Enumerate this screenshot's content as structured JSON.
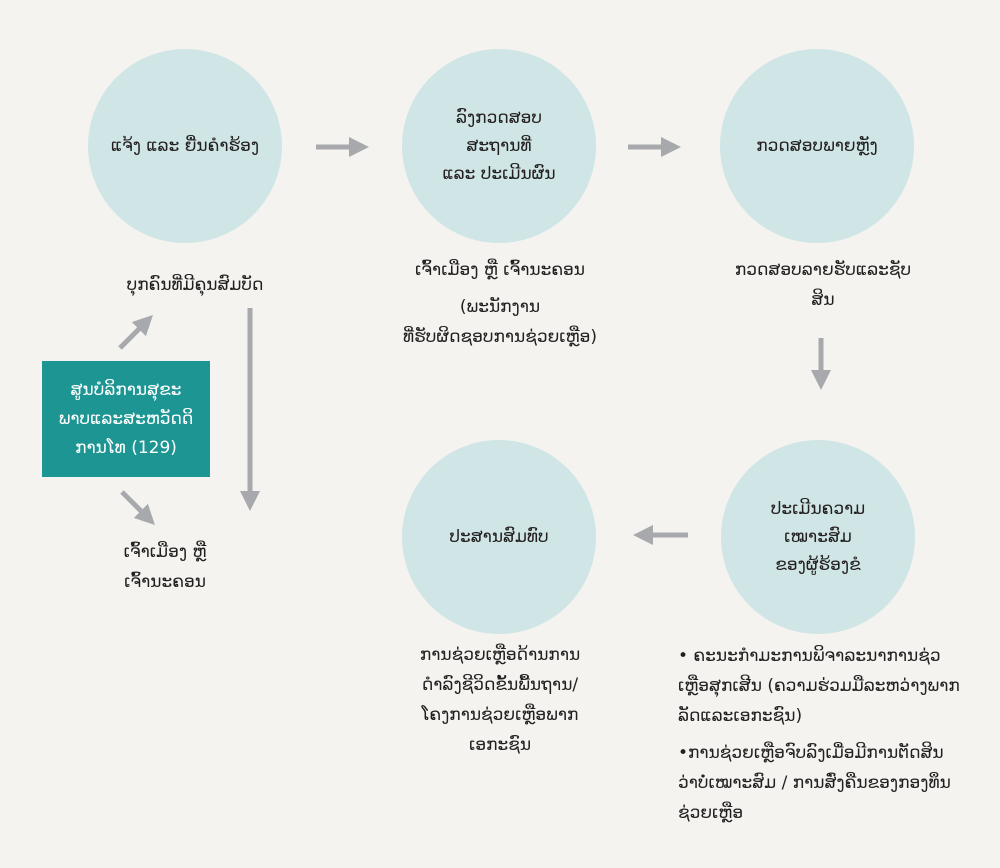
{
  "steps": {
    "s1": "ແຈ້ງ ແລະ ຍື່ນຄຳຮ້ອງ",
    "s2": "ລົງກວດສອບສະຖານທີ່\nແລະ ປະເມີນຜົນ",
    "s3": "ກວດສອບພາຍຫຼັງ",
    "s4": "ປະເມີນຄວາມເໝາະສົມ\nຂອງຜູ້ຮ້ອງຂໍ",
    "s5": "ປະສານສົມທົບ"
  },
  "labels": {
    "person": "ບຸກຄົນທີ່ມີຄຸນສົມບັດ",
    "district_mid": "ເຈົ້າເມືອງ ຫຼື ເຈົ້ານະຄອນ",
    "staff": "(ພະນັກງານ\nທີ່ຮັບຜິດຊອບການຊ່ວຍເຫຼືອ)",
    "district_left": "ເຈົ້າເມືອງ ຫຼື\nເຈົ້ານະຄອນ",
    "verify": "ກວດສອບລາຍຮັບແລະຊັບ\nສິນ",
    "assist": "ການຊ່ວຍເຫຼືອດ້ານການ\nດຳລົງຊີວິດຂັ້ນພື້ນຖານ/\nໂຄງການຊ່ວຍເຫຼືອພາກ\nເອກະຊົນ",
    "bullet1": "• ຄະນະກຳມະການພິຈາລະນາການຊ່ວ\nເຫຼືອສຸກເສີນ (ຄວາມຮ່ວມມືລະຫວ່າງພາກ\nລັດແລະເອກະຊົນ)",
    "bullet2": "•ການຊ່ວຍເຫຼືອຈົບລົງເມື່ອມີການຕັດສິນ\nວ່າບໍ່ເໝາະສົມ / ການສົ່ງຄືນຂອງກອງທຶນ\nຊ່ວຍເຫຼືອ"
  },
  "center_box": "ສູນບໍລິການສຸຂະ\nພາບແລະສະຫວັດດິ\nການໂທ (129)",
  "colors": {
    "background": "#f4f3ef",
    "circle": "#d0e6e6",
    "arrow": "#a7a9ac",
    "box": "#1d9593"
  }
}
